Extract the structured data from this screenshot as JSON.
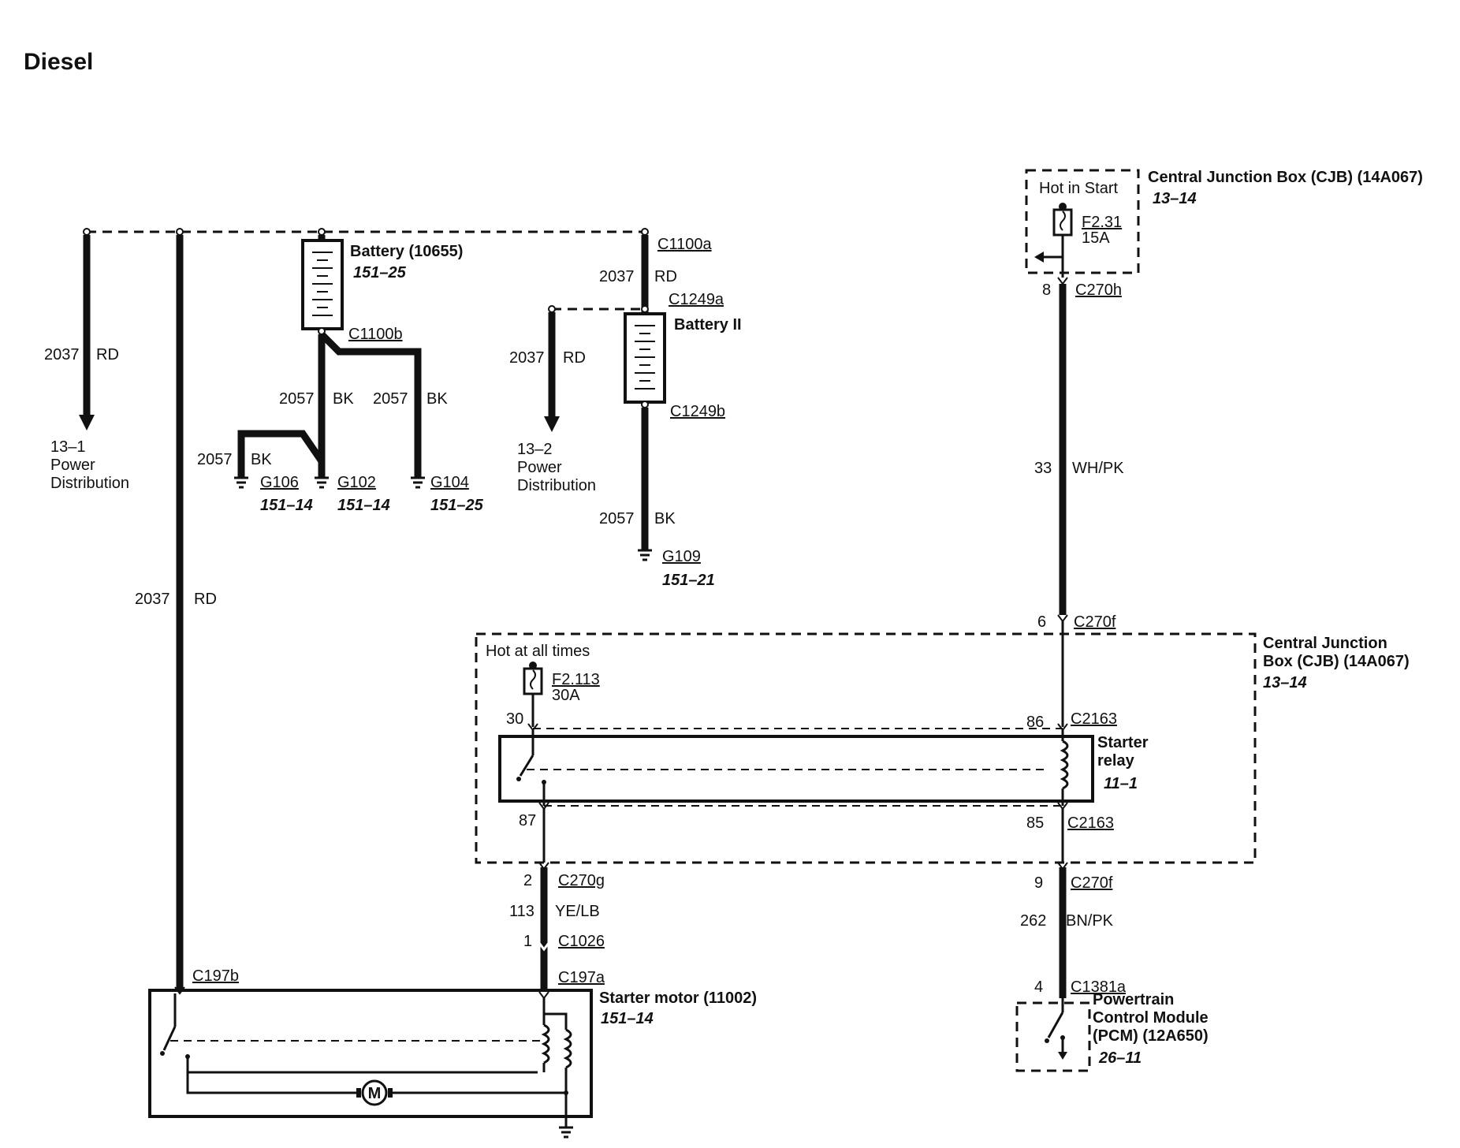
{
  "title": "Diesel",
  "circuits": {
    "c2037": "2037",
    "c2057": "2057",
    "c33": "33",
    "c113": "113",
    "c262": "262"
  },
  "colors": {
    "rd": "RD",
    "bk": "BK",
    "whpk": "WH/PK",
    "yelb": "YE/LB",
    "bnpk": "BN/PK"
  },
  "connectors": {
    "c1100a": "C1100a",
    "c1100b": "C1100b",
    "c1249a": "C1249a",
    "c1249b": "C1249b",
    "c270h": "C270h",
    "c270f": "C270f",
    "c270g": "C270g",
    "c2163": "C2163",
    "c1026": "C1026",
    "c197a": "C197a",
    "c197b": "C197b",
    "c1381a": "C1381a"
  },
  "pins": {
    "p8": "8",
    "p6": "6",
    "p30": "30",
    "p86": "86",
    "p87": "87",
    "p85": "85",
    "p2": "2",
    "p1": "1",
    "p9": "9",
    "p4": "4"
  },
  "components": {
    "battery": {
      "name": "Battery (10655)",
      "ref": "151–25"
    },
    "battery2": {
      "name": "Battery II"
    },
    "cjb_top": {
      "name": "Central Junction Box (CJB) (14A067)",
      "ref": "13–14",
      "note": "Hot in Start"
    },
    "fuse_top": {
      "id": "F2.31",
      "rating": "15A"
    },
    "cjb_main": {
      "name_l1": "Central Junction",
      "name_l2": "Box (CJB) (14A067)",
      "ref": "13–14",
      "note": "Hot at all times"
    },
    "fuse_main": {
      "id": "F2.113",
      "rating": "30A"
    },
    "relay": {
      "name_l1": "Starter",
      "name_l2": "relay",
      "ref": "11–1"
    },
    "starter": {
      "name": "Starter motor (11002)",
      "ref": "151–14",
      "motor_symbol": "M"
    },
    "pcm": {
      "name_l1": "Powertrain",
      "name_l2": "Control Module",
      "name_l3": "(PCM) (12A650)",
      "ref": "26–11"
    }
  },
  "grounds": {
    "g106": {
      "id": "G106",
      "ref": "151–14"
    },
    "g102": {
      "id": "G102",
      "ref": "151–14"
    },
    "g104": {
      "id": "G104",
      "ref": "151–25"
    },
    "g109": {
      "id": "G109",
      "ref": "151–21"
    }
  },
  "references": {
    "pd1": {
      "l1": "13–1",
      "l2": "Power",
      "l3": "Distribution"
    },
    "pd2": {
      "l1": "13–2",
      "l2": "Power",
      "l3": "Distribution"
    }
  }
}
